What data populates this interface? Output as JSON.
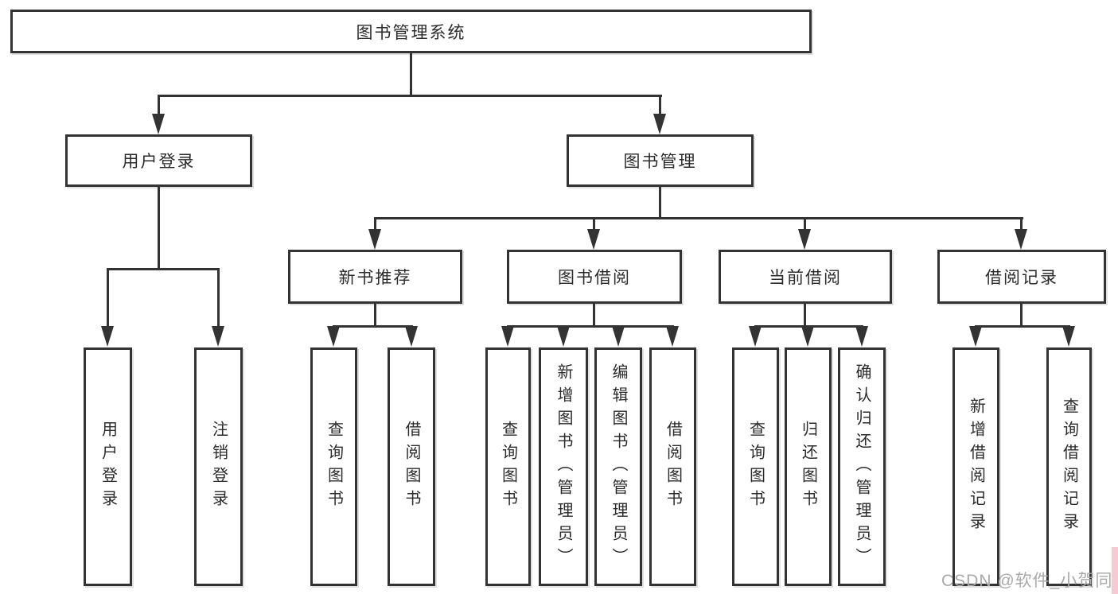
{
  "diagram": {
    "title": "图书管理系统",
    "nodes": {
      "root": "图书管理系统",
      "user_login": "用户登录",
      "book_mgmt": "图书管理",
      "new_books": "新书推荐",
      "book_borrow": "图书借阅",
      "current_borrow": "当前借阅",
      "borrow_records": "借阅记录",
      "leaf_user_login": "用户登录",
      "leaf_logout": "注销登录",
      "nb_query_books": "查询图书",
      "nb_borrow_books": "借阅图书",
      "bb_query_books": "查询图书",
      "bb_add_books": "新增图书（管理员）",
      "bb_edit_books": "编辑图书（管理员）",
      "bb_borrow_books": "借阅图书",
      "cb_query_books": "查询图书",
      "cb_return_books": "归还图书",
      "cb_confirm_return": "确认归还（管理员）",
      "br_add_record": "新增借阅记录",
      "br_query_record": "查询借阅记录"
    },
    "hierarchy": {
      "图书管理系统": {
        "用户登录": [
          "用户登录",
          "注销登录"
        ],
        "图书管理": {
          "新书推荐": [
            "查询图书",
            "借阅图书"
          ],
          "图书借阅": [
            "查询图书",
            "新增图书（管理员）",
            "编辑图书（管理员）",
            "借阅图书"
          ],
          "当前借阅": [
            "查询图书",
            "归还图书",
            "确认归还（管理员）"
          ],
          "借阅记录": [
            "新增借阅记录",
            "查询借阅记录"
          ]
        }
      }
    }
  },
  "watermark": "CSDN @软件_小贺同学",
  "colors": {
    "line": "#333333",
    "text": "#2b2b2b",
    "box_background": "#ffffff",
    "watermark": "#a9a9a9",
    "right_edge_tint": "#f3cbd3"
  }
}
